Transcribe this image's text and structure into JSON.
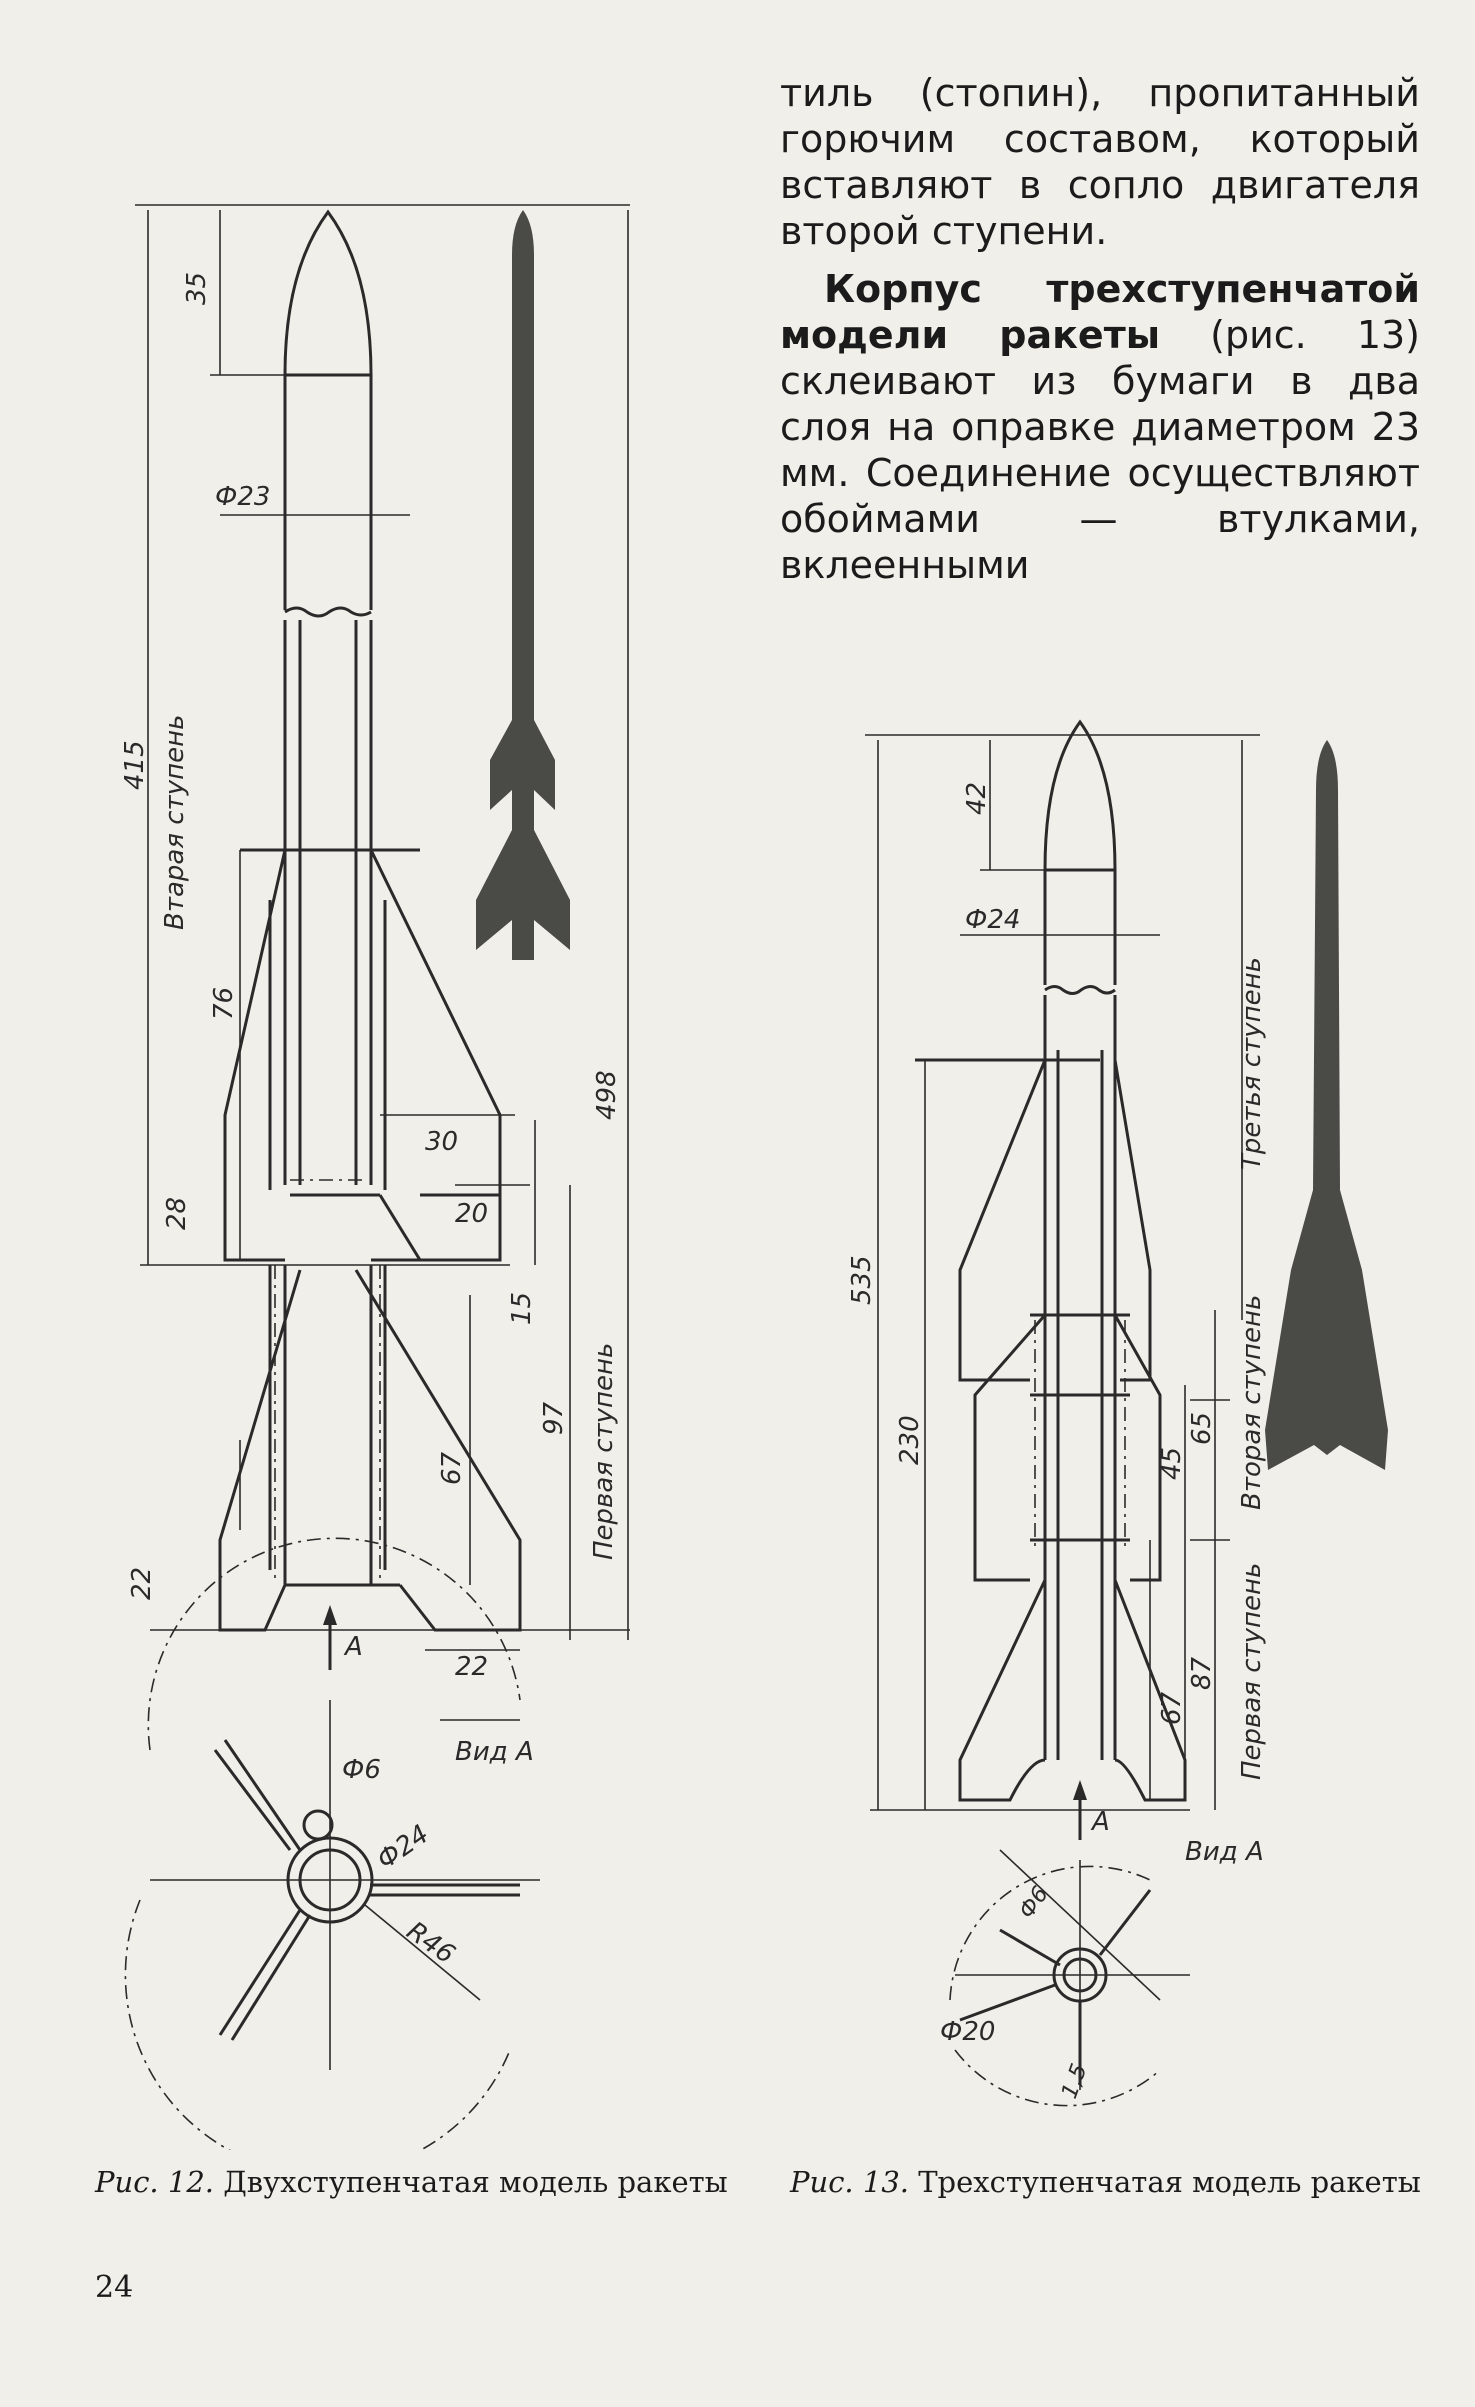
{
  "text": {
    "para1": "тиль (стопин), пропитанный горючим составом, который вставляют в сопло двигателя второй ступени.",
    "para2_bold": "Корпус трехступенчатой модели ракеты",
    "para2_rest": " (рис. 13) склеивают из бумаги в два слоя на оправке диаметром 23 мм. Соединение осуществляют обоймами — втулками, вклеенными"
  },
  "fig12": {
    "caption_label": "Рис. 12.",
    "caption_text": " Двухступенчатая модель ракеты",
    "dims": {
      "d35": "35",
      "d23": "Ф23",
      "d415": "415",
      "stage2": "Втарая ступень",
      "d76": "76",
      "d28": "28",
      "d498": "498",
      "d30": "30",
      "d20": "20",
      "d15": "15",
      "d97": "97",
      "stage1": "Первая ступень",
      "d67": "67",
      "d22a": "22",
      "d22b": "22",
      "arrowA": "A",
      "d6": "Ф6",
      "vidA": "Вид А",
      "d24": "Ф24",
      "r46": "R46"
    }
  },
  "fig13": {
    "caption_label": "Рис. 13.",
    "caption_text": " Трехступенчатая модель ракеты",
    "dims": {
      "d42": "42",
      "d24": "Ф24",
      "stage3": "Третья ступень",
      "d535": "535",
      "d230": "230",
      "stage2": "Вторая ступень",
      "d65": "65",
      "d45": "45",
      "stage1": "Первая ступень",
      "d67": "67",
      "d87": "87",
      "arrowA": "A",
      "vidA": "Вид А",
      "d20": "Ф20",
      "d15": "1,5",
      "d6": "Ф6"
    }
  },
  "page_number": "24"
}
